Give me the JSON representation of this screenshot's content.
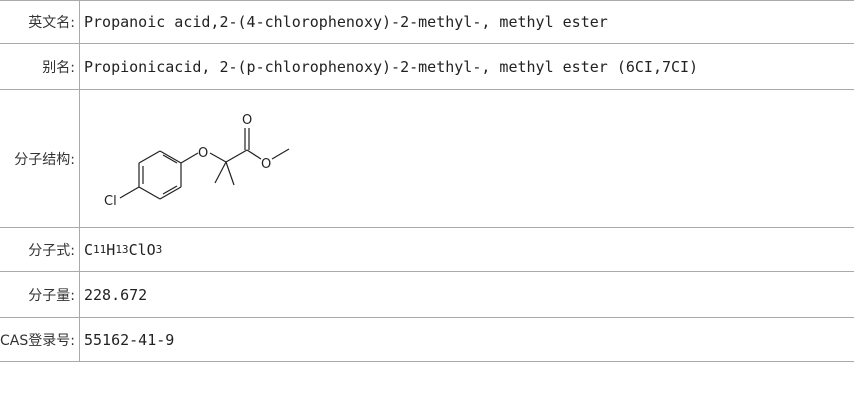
{
  "rows": {
    "english_name": {
      "label": "英文名:",
      "value": "Propanoic acid,2-(4-chlorophenoxy)-2-methyl-, methyl ester"
    },
    "alias": {
      "label": "别名:",
      "value": "Propionicacid, 2-(p-chlorophenoxy)-2-methyl-, methyl ester (6CI,7CI)"
    },
    "structure": {
      "label": "分子结构:",
      "atoms": {
        "cl": "Cl",
        "o_ether": "O",
        "o_carbonyl": "O",
        "o_ester": "O"
      }
    },
    "formula": {
      "label": "分子式:",
      "c": "C",
      "c_n": "11",
      "h": "H",
      "h_n": "13",
      "cl": "ClO",
      "o_n": "3"
    },
    "weight": {
      "label": "分子量:",
      "value": "228.672"
    },
    "cas": {
      "label": "CAS登录号:",
      "value": "55162-41-9"
    }
  }
}
